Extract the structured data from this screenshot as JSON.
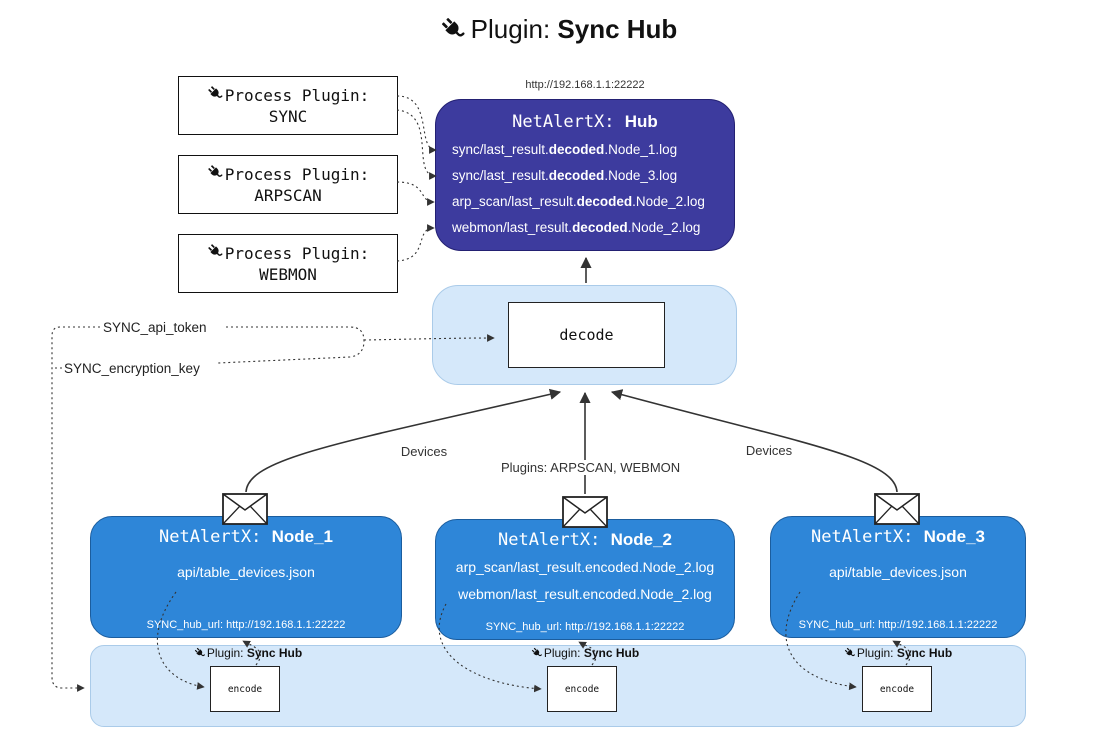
{
  "title": {
    "prefix": "Plugin: ",
    "bold": "Sync Hub"
  },
  "hub": {
    "url": "http://192.168.1.1:22222",
    "name_prefix": "NetAlertX: ",
    "name_bold": "Hub",
    "logs": [
      {
        "pre": "sync/last_result.",
        "bold": "decoded",
        "post": ".Node_1.log"
      },
      {
        "pre": "sync/last_result.",
        "bold": "decoded",
        "post": ".Node_3.log"
      },
      {
        "pre": "arp_scan/last_result.",
        "bold": "decoded",
        "post": ".Node_2.log"
      },
      {
        "pre": "webmon/last_result.",
        "bold": "decoded",
        "post": ".Node_2.log"
      }
    ]
  },
  "process_plugins": [
    {
      "label": "Process Plugin:",
      "name": "SYNC"
    },
    {
      "label": "Process Plugin:",
      "name": "ARPSCAN"
    },
    {
      "label": "Process Plugin:",
      "name": "WEBMON"
    }
  ],
  "decode": {
    "label": "decode"
  },
  "tokens": {
    "api_token": "SYNC_api_token",
    "encryption_key": "SYNC_encryption_key"
  },
  "edges": {
    "devices_left": "Devices",
    "plugins_center": "Plugins: ARPSCAN, WEBMON",
    "devices_right": "Devices"
  },
  "nodes": [
    {
      "name_prefix": "NetAlertX: ",
      "name_bold": "Node_1",
      "files": [
        "api/table_devices.json"
      ],
      "hub_url": "SYNC_hub_url: http://192.168.1.1:22222"
    },
    {
      "name_prefix": "NetAlertX: ",
      "name_bold": "Node_2",
      "files": [
        "arp_scan/last_result.encoded.Node_2.log",
        "webmon/last_result.encoded.Node_2.log"
      ],
      "hub_url": "SYNC_hub_url: http://192.168.1.1:22222"
    },
    {
      "name_prefix": "NetAlertX: ",
      "name_bold": "Node_3",
      "files": [
        "api/table_devices.json"
      ],
      "hub_url": "SYNC_hub_url: http://192.168.1.1:22222"
    }
  ],
  "encoders": [
    {
      "label_prefix": "Plugin: ",
      "label_bold": "Sync Hub",
      "box": "encode"
    },
    {
      "label_prefix": "Plugin: ",
      "label_bold": "Sync Hub",
      "box": "encode"
    },
    {
      "label_prefix": "Plugin: ",
      "label_bold": "Sync Hub",
      "box": "encode"
    }
  ],
  "colors": {
    "hub_bg": "#3d3b9e",
    "hub_border": "#232072",
    "node_bg": "#2e86d8",
    "node_border": "#1b5d9e",
    "panel_bg": "#d5e8fa",
    "panel_border": "#aacbe9",
    "line": "#333333"
  }
}
